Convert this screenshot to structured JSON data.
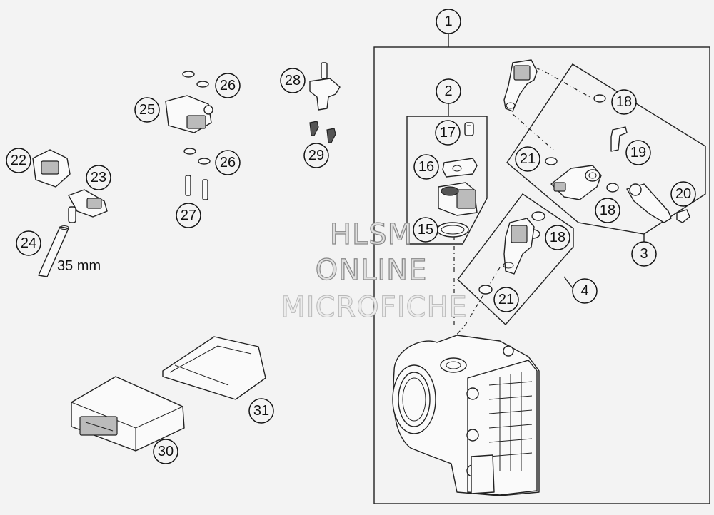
{
  "callouts": [
    {
      "id": "c1",
      "label": "1"
    },
    {
      "id": "c2",
      "label": "2"
    },
    {
      "id": "c3",
      "label": "3"
    },
    {
      "id": "c4",
      "label": "4"
    },
    {
      "id": "c15",
      "label": "15"
    },
    {
      "id": "c16",
      "label": "16"
    },
    {
      "id": "c17",
      "label": "17"
    },
    {
      "id": "c18a",
      "label": "18"
    },
    {
      "id": "c18b",
      "label": "18"
    },
    {
      "id": "c18c",
      "label": "18"
    },
    {
      "id": "c19",
      "label": "19"
    },
    {
      "id": "c20",
      "label": "20"
    },
    {
      "id": "c21a",
      "label": "21"
    },
    {
      "id": "c21b",
      "label": "21"
    },
    {
      "id": "c22",
      "label": "22"
    },
    {
      "id": "c23",
      "label": "23"
    },
    {
      "id": "c24",
      "label": "24"
    },
    {
      "id": "c25",
      "label": "25"
    },
    {
      "id": "c26a",
      "label": "26"
    },
    {
      "id": "c26b",
      "label": "26"
    },
    {
      "id": "c27",
      "label": "27"
    },
    {
      "id": "c28",
      "label": "28"
    },
    {
      "id": "c29",
      "label": "29"
    },
    {
      "id": "c30",
      "label": "30"
    },
    {
      "id": "c31",
      "label": "31"
    }
  ],
  "hose_length_label": "35 mm",
  "watermark": {
    "line1": "HLSM",
    "line2": "ONLINE",
    "line3": "MICROFICHE"
  }
}
